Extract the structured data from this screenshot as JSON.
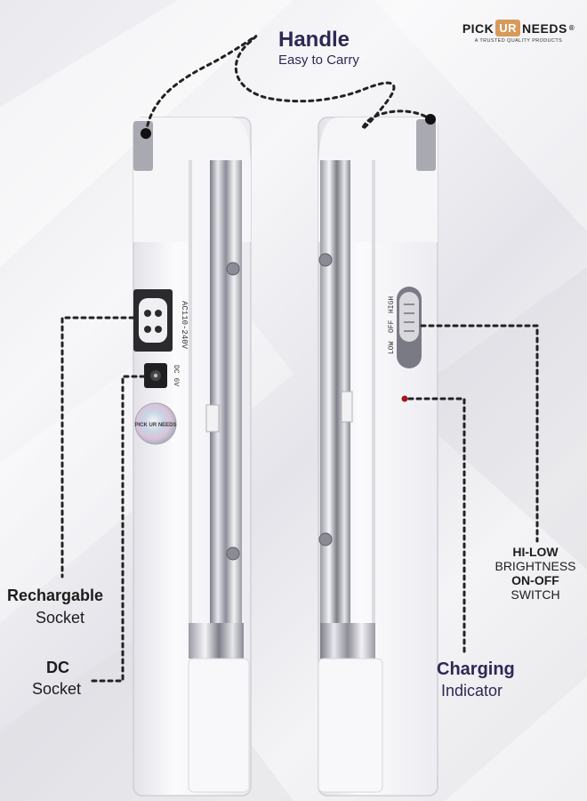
{
  "brand": {
    "pick": "PICK",
    "ur": "UR",
    "needs": "NEEDS",
    "registered": "®",
    "tagline": "A TRUSTED QUALITY PRODUCTS"
  },
  "callouts": {
    "handle_title": "Handle",
    "handle_sub": "Easy to Carry",
    "recharge_line1": "Rechargable",
    "recharge_line2": "Socket",
    "dc_line1": "DC",
    "dc_line2": "Socket",
    "switch_line1": "HI-LOW",
    "switch_line2": "BRIGHTNESS",
    "switch_line3": "ON-OFF",
    "switch_line4": "SWITCH",
    "charging_line1": "Charging",
    "charging_line2": "Indicator"
  },
  "device_labels": {
    "ac_rating": "AC110-240V",
    "dc_rating": "DC 6V",
    "switch_low": "LOW",
    "switch_off": "OFF",
    "switch_high": "HIGH",
    "sticker": "PICK UR NEEDS"
  },
  "colors": {
    "accent": "#2d2855",
    "body": "#f4f4f6",
    "indicator": "#a3161b"
  }
}
